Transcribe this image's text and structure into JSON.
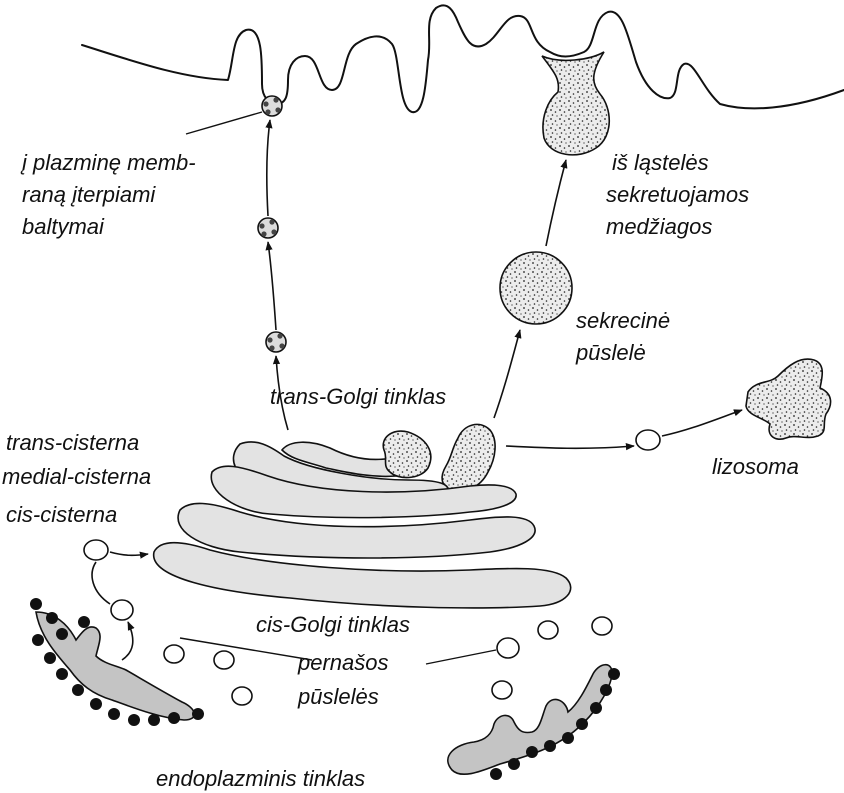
{
  "labels": {
    "plasma_membrane_proteins": [
      "į plazminę memb-",
      "raną įterpiami",
      "baltymai"
    ],
    "secreted_substances": [
      "iš ląstelės",
      "sekretuojamos",
      "medžiagos"
    ],
    "secretory_vesicle": [
      "sekrecinė",
      "pūslelė"
    ],
    "trans_golgi_network": "trans-Golgi tinklas",
    "lysosome": "lizosoma",
    "trans_cisterna": "trans-cisterna",
    "medial_cisterna": "medial-cisterna",
    "cis_cisterna": "cis-cisterna",
    "cis_golgi_network": "cis-Golgi tinklas",
    "transport_vesicles": [
      "pernašos",
      "pūslelės"
    ],
    "endoplasmic_reticulum": "endoplazminis tinklas"
  },
  "colors": {
    "ink": "#111111",
    "cisterna_fill": "#e3e3e3",
    "er_fill": "#c4c4c4",
    "stipple_fill": "#e8e8e8"
  }
}
